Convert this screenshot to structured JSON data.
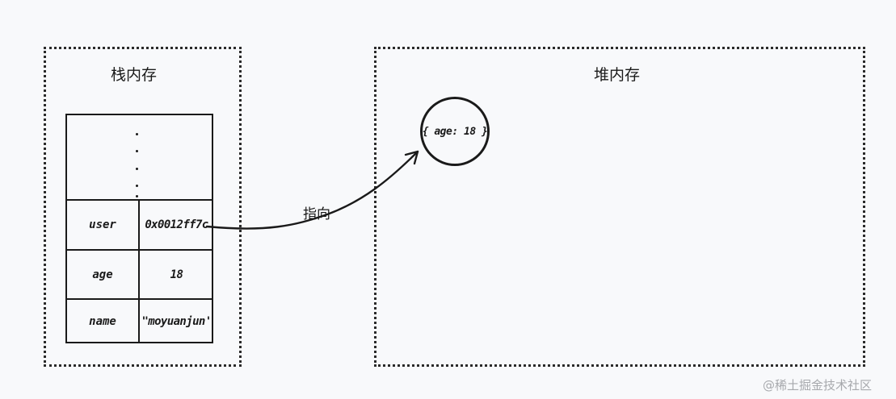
{
  "stack": {
    "title": "栈内存",
    "rows": [
      {
        "key": "user",
        "value": "0x0012ff7c"
      },
      {
        "key": "age",
        "value": "18"
      },
      {
        "key": "name",
        "value": "\"moyuanjun'"
      }
    ]
  },
  "heap": {
    "title": "堆内存",
    "object": "{  age: 18 }"
  },
  "pointer": {
    "label": "指向"
  },
  "watermark": "@稀土掘金技术社区"
}
